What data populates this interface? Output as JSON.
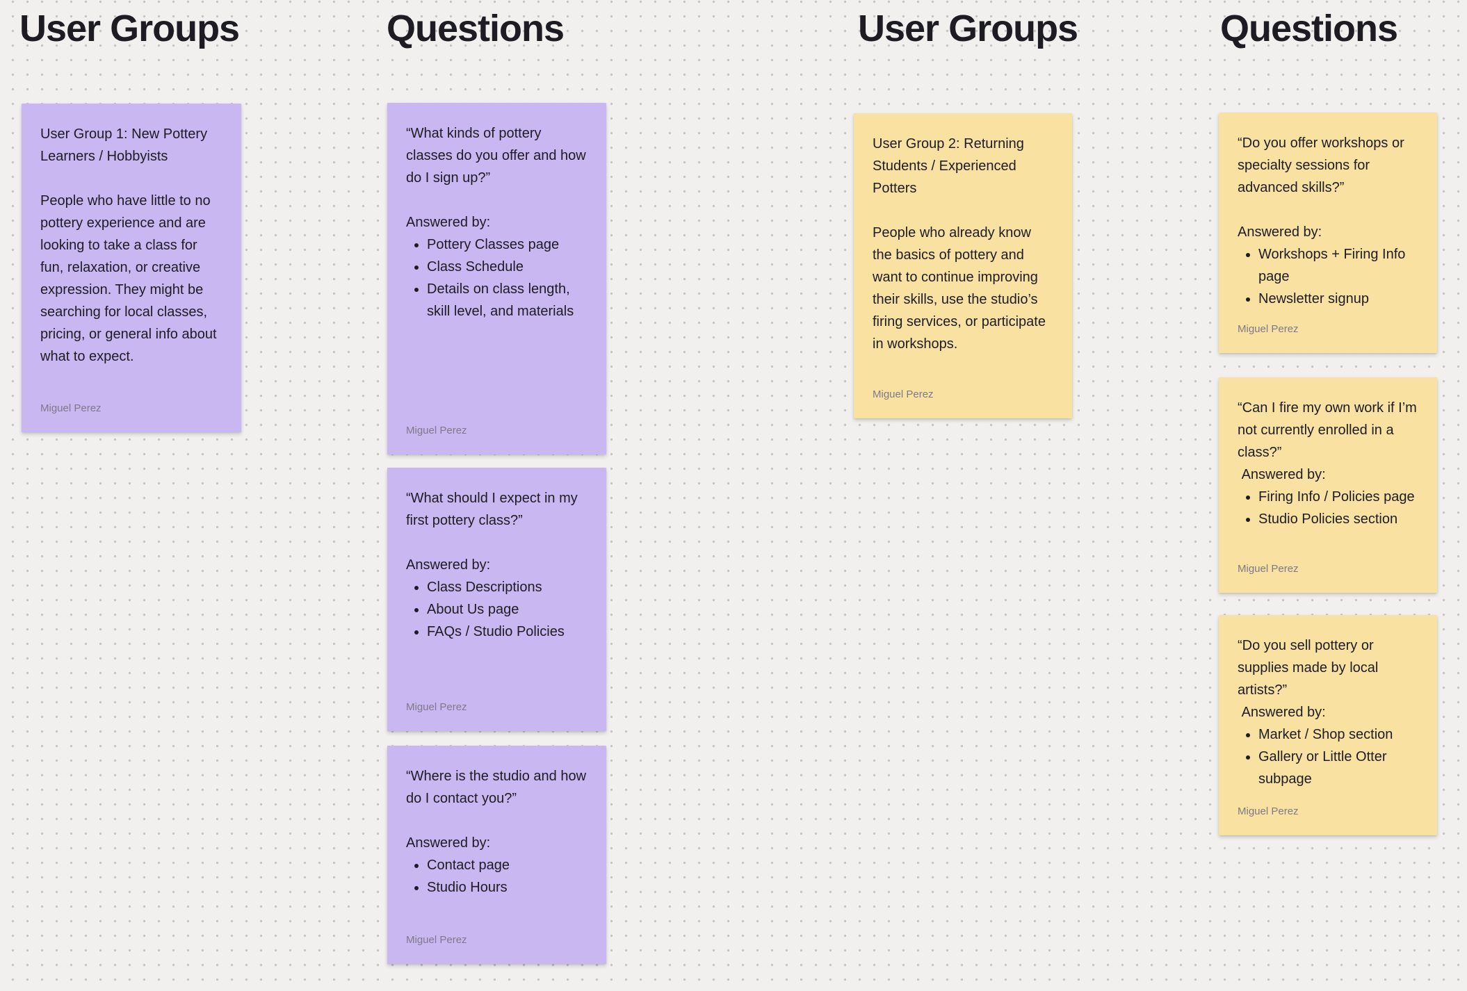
{
  "palette": {
    "background": "#f1f0ef",
    "dot": "#c7c5c3",
    "purple": "#c9b7f2",
    "yellow": "#f8e1a1",
    "text": "#1d1c22",
    "author": "#7e7988"
  },
  "headers": [
    {
      "label": "User Groups"
    },
    {
      "label": "Questions"
    },
    {
      "label": "User Groups"
    },
    {
      "label": "Questions"
    }
  ],
  "notes": [
    {
      "slot": "a",
      "color": "purple",
      "author": "Miguel Perez",
      "blocks": [
        {
          "p": "User Group 1: New Pottery Learners / Hobbyists"
        },
        {
          "p": ""
        },
        {
          "p": "People who have little to no pottery experience and are looking to take a class for fun, relaxation, or creative expression. They might be searching for local classes, pricing, or general info about what to expect."
        }
      ]
    },
    {
      "slot": "b",
      "color": "purple",
      "author": "Miguel Perez",
      "blocks": [
        {
          "p": "“What kinds of pottery classes do you offer and how do I sign up?”"
        },
        {
          "p": ""
        },
        {
          "p": "Answered by:"
        },
        {
          "ul": [
            "Pottery Classes page",
            "Class Schedule",
            "Details on class length, skill level, and materials"
          ]
        }
      ]
    },
    {
      "slot": "c",
      "color": "purple",
      "author": "Miguel Perez",
      "blocks": [
        {
          "p": "“What should I expect in my first pottery class?”"
        },
        {
          "p": ""
        },
        {
          "p": "Answered by:"
        },
        {
          "ul": [
            "Class Descriptions",
            "About Us page",
            "FAQs / Studio Policies"
          ]
        }
      ]
    },
    {
      "slot": "d",
      "color": "purple",
      "author": "Miguel Perez",
      "blocks": [
        {
          "p": "“Where is the studio and how do I contact you?”"
        },
        {
          "p": ""
        },
        {
          "p": "Answered by:"
        },
        {
          "ul": [
            "Contact page",
            "Studio Hours"
          ]
        }
      ]
    },
    {
      "slot": "e",
      "color": "yellow",
      "author": "Miguel Perez",
      "blocks": [
        {
          "p": "User Group 2: Returning Students / Experienced Potters"
        },
        {
          "p": ""
        },
        {
          "p": "People who already know the basics of pottery and want to continue improving their skills, use the studio’s firing services, or participate in workshops."
        }
      ]
    },
    {
      "slot": "f",
      "color": "yellow",
      "author": "Miguel Perez",
      "blocks": [
        {
          "p": "“Do you offer workshops or specialty sessions for advanced skills?”"
        },
        {
          "p": ""
        },
        {
          "p": "Answered by:"
        },
        {
          "ul": [
            "Workshops + Firing Info page",
            "Newsletter signup"
          ]
        }
      ]
    },
    {
      "slot": "g",
      "color": "yellow",
      "author": "Miguel Perez",
      "blocks": [
        {
          "p": "“Can I fire my own work if I’m not currently enrolled in a class?”"
        },
        {
          "p": " Answered by:"
        },
        {
          "ul": [
            "Firing Info / Policies page",
            "Studio Policies section"
          ]
        }
      ]
    },
    {
      "slot": "h",
      "color": "yellow",
      "author": "Miguel Perez",
      "blocks": [
        {
          "p": "“Do you sell pottery or supplies made by local artists?”"
        },
        {
          "p": " Answered by:"
        },
        {
          "ul": [
            "Market / Shop section",
            "Gallery or Little Otter subpage"
          ]
        }
      ]
    }
  ]
}
